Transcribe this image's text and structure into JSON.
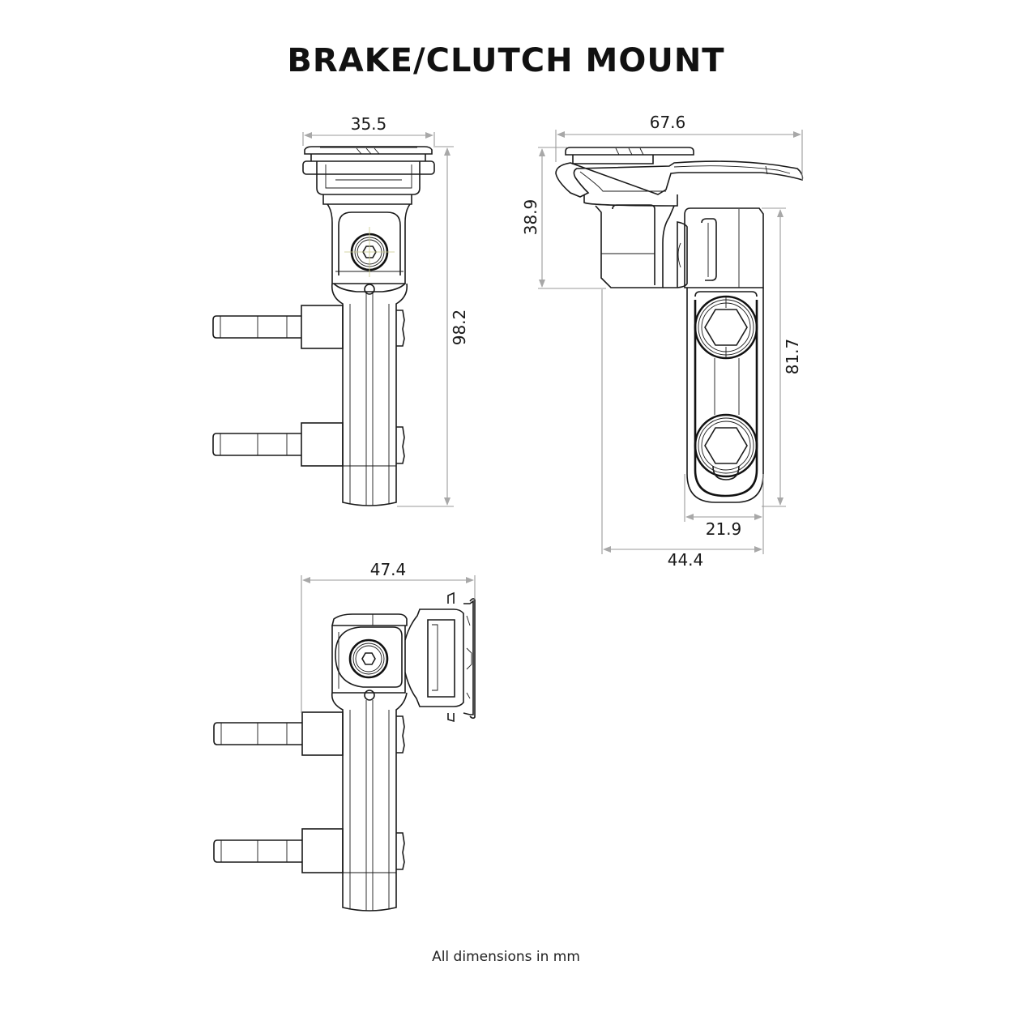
{
  "title": "BRAKE/CLUTCH MOUNT",
  "footnote": "All dimensions in mm",
  "units": "mm",
  "views": {
    "front": {
      "width_label": "35.5",
      "height_label": "98.2"
    },
    "side": {
      "total_width_label": "67.6",
      "head_height_label": "38.9",
      "body_height_label": "81.7",
      "clamp_width_label": "21.9",
      "body_width_label": "44.4"
    },
    "rotated": {
      "width_label": "47.4"
    }
  },
  "colors": {
    "line": "#1a1a1a",
    "dimension": "#9a9a9a",
    "background": "#ffffff"
  }
}
